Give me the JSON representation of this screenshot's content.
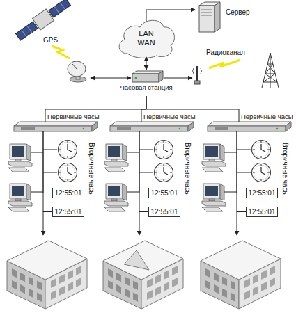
{
  "diagram": {
    "nodes": [
      {
        "text": [
          "LAN WAN"
        ]
      },
      {
        "text": [
          "Сервер"
        ]
      },
      {
        "text": [
          "Часовая станция"
        ]
      },
      {
        "text": [
          "Первичные часы"
        ]
      },
      {
        "text": [
          "Первичные часы"
        ]
      },
      {
        "text": [
          "Первичные часы"
        ]
      },
      {
        "text": [
          "12:55:01"
        ]
      },
      {
        "text": [
          "12:55:01"
        ]
      },
      {
        "text": [
          "12:55:01"
        ]
      },
      {
        "text": [
          "12:55:01"
        ]
      },
      {
        "text": [
          "12:55:01"
        ]
      },
      {
        "text": [
          "12:55:01"
        ]
      }
    ],
    "edges": [
      {
        "from": 0,
        "to": 1,
        "arrow": "to"
      },
      {
        "from": 0,
        "to": 2,
        "arrow": "both"
      },
      {
        "from": 2,
        "to": 3,
        "arrow": "none"
      },
      {
        "from": 2,
        "to": 4,
        "arrow": "none"
      },
      {
        "from": 2,
        "to": 5,
        "arrow": "none"
      },
      {
        "from": 3,
        "to": 6,
        "arrow": "none"
      },
      {
        "from": 3,
        "to": 7,
        "arrow": "none"
      },
      {
        "from": 4,
        "to": 8,
        "arrow": "none"
      },
      {
        "from": 4,
        "to": 9,
        "arrow": "none"
      },
      {
        "from": 5,
        "to": 10,
        "arrow": "none"
      },
      {
        "from": 5,
        "to": 11,
        "arrow": "none"
      }
    ],
    "labels": [
      "GPS",
      "Радиоканал",
      "Вторичные часы",
      "Вторичные часы",
      "Вторичные часы"
    ]
  }
}
